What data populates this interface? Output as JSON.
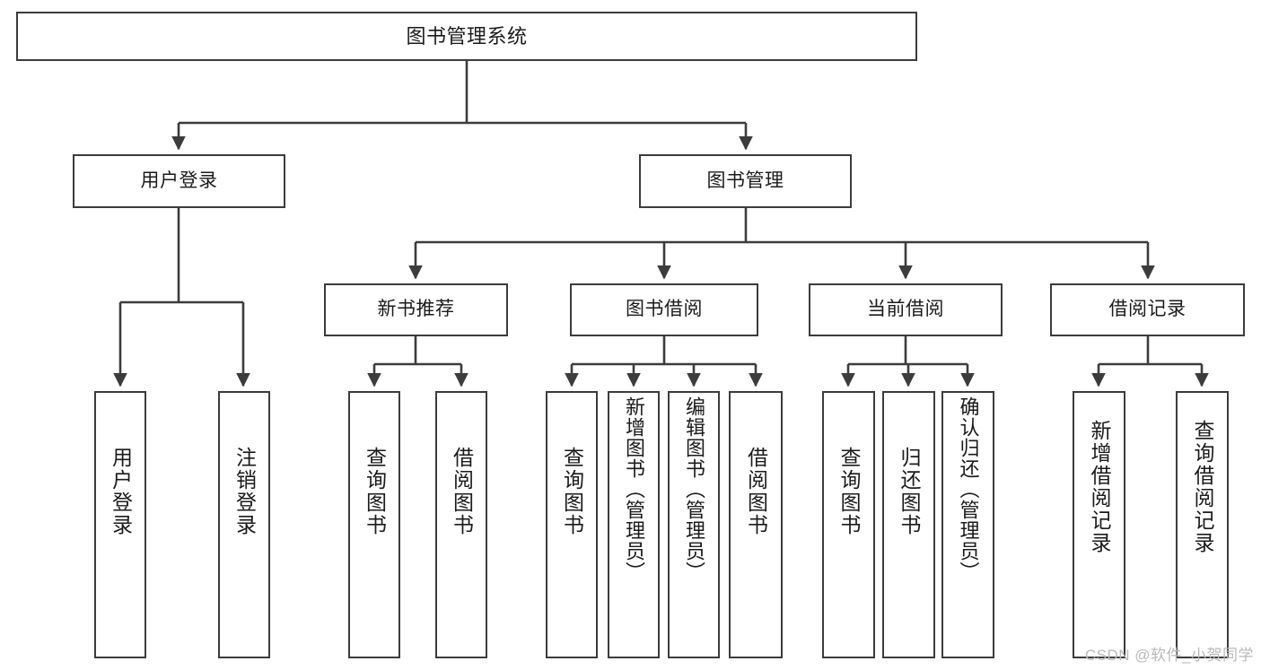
{
  "diagram": {
    "type": "tree-hierarchy",
    "title": "图书管理系统",
    "stroke_color": "#3c3c3c",
    "fill_color": "#ffffff",
    "text_color": "#1b1b1b",
    "watermark": "CSDN @软件_小贺同学",
    "levels": {
      "level1": [
        "图书管理系统"
      ],
      "level2": [
        "用户登录",
        "图书管理"
      ],
      "level3": [
        "新书推荐",
        "图书借阅",
        "当前借阅",
        "借阅记录"
      ],
      "level4": [
        "用户登录",
        "注销登录",
        "查询图书",
        "借阅图书",
        "查询图书",
        "新增图书（管理员）",
        "编辑图书（管理员）",
        "借阅图书",
        "查询图书",
        "归还图书",
        "确认归还（管理员）",
        "新增借阅记录",
        "查询借阅记录"
      ]
    },
    "nodes": {
      "root": {
        "label": "图书管理系统"
      },
      "user_login": {
        "label": "用户登录"
      },
      "book_manage": {
        "label": "图书管理"
      },
      "new_book_rec": {
        "label": "新书推荐"
      },
      "book_borrow": {
        "label": "图书借阅"
      },
      "current_borrow": {
        "label": "当前借阅"
      },
      "borrow_record": {
        "label": "借阅记录"
      },
      "leaf_user_login": {
        "label": "用户登录"
      },
      "leaf_logout": {
        "label": "注销登录"
      },
      "leaf_query_book_a": {
        "label": "查询图书"
      },
      "leaf_borrow_book_a": {
        "label": "借阅图书"
      },
      "leaf_query_book_b": {
        "label": "查询图书"
      },
      "leaf_add_book": {
        "label": "新增图书（管理员）"
      },
      "leaf_edit_book": {
        "label": "编辑图书（管理员）"
      },
      "leaf_borrow_book_b": {
        "label": "借阅图书"
      },
      "leaf_query_book_c": {
        "label": "查询图书"
      },
      "leaf_return_book": {
        "label": "归还图书"
      },
      "leaf_confirm_return": {
        "label": "确认归还（管理员）"
      },
      "leaf_add_record": {
        "label": "新增借阅记录"
      },
      "leaf_query_record": {
        "label": "查询借阅记录"
      }
    }
  }
}
